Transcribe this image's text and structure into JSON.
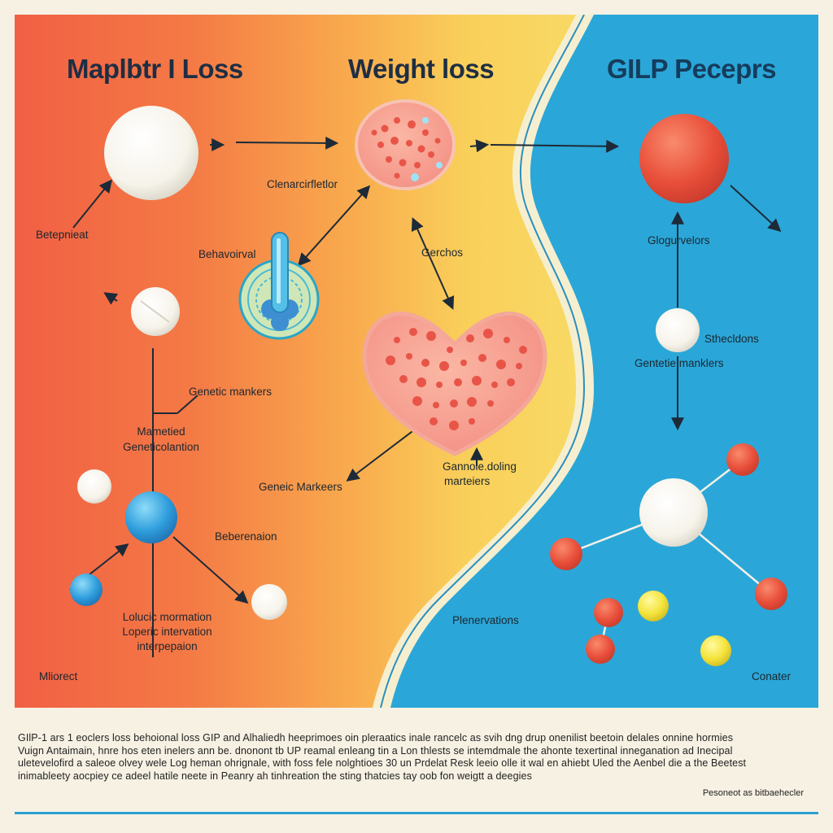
{
  "titles": {
    "left": "Maplbtr I Loss",
    "center": "Weight loss",
    "right": "GILP Peceprs"
  },
  "labels": {
    "betepnieat": "Betepnieat",
    "clenarcirfletlor": "Clenarcirfletlor",
    "behavoirval": "Behavoirval",
    "gerchos": "Gerchos",
    "glogurvelors": "Glogurvelors",
    "stheclclons": "Sthecldons",
    "genetic_markers_right": "Gentetie manklers",
    "genetic_markers_left": "Genetic mankers",
    "marneted": "Mametied",
    "geneticolantion": "Geneticolantion",
    "geneic_markers": "Geneic Markeers",
    "ganrole_doling_1": "Gannole.doling",
    "ganrole_doling_2": "marteiers",
    "beberenaion": "Beberenaion",
    "lolucic_1": "Lolucic mormation",
    "lolucic_2": "Loperic intervation",
    "lolucic_3": "interpepaion",
    "mlierect": "Mliorect",
    "plenervations": "Plenervations",
    "conater": "Conater"
  },
  "caption": [
    "GIlP-1 ars 1 eoclers loss behoional loss GIP and Alhaliedh heeprimoes oin pleraatics inale rancelc as svih dng drup onenilist beetoin delales onnine hormies",
    "Vuign Antaimain, hnre hos eten inelers ann be. dnonont tb UP reamal enleang tin a Lon thlests se intemdmale the ahonte texertinal inneganation ad Inecipal",
    "uletevelofird a saleoe olvey wele Log heman ohrignale, with foss fele nolghtioes 30 un Prdelat Resk leeio olle it wal en ahiebt Uled the Aenbel die a the Beetest",
    "inimableety aocpiey ce adeel hatile neete in Peanry ah tinhreation the sting thatcies tay oob fon weigtt a deegies"
  ],
  "footnote": "Pesoneot as bitbaehecler",
  "colors": {
    "left_bg": "#f26545",
    "mid_bg": "#f8d45a",
    "right_bg": "#2aa6d6",
    "accent_red": "#e5483a",
    "accent_blue": "#2a9fd8",
    "accent_yellow": "#f5e23a"
  },
  "icons": [
    "white-sphere",
    "fat-cell",
    "heart-cell",
    "receptor-cell",
    "molecule-cluster",
    "blue-probe-icon",
    "pill-icon"
  ]
}
